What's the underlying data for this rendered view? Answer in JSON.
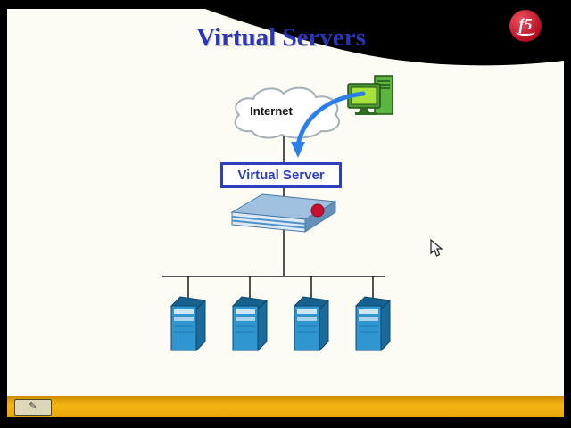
{
  "slide": {
    "title": "Virtual Servers",
    "cloud_label": "Internet",
    "virtual_server_label": "Virtual Server"
  },
  "logo": {
    "text": "f5"
  },
  "icons": {
    "pen_tool": "✎"
  },
  "colors": {
    "title_blue": "#2b35b5",
    "f5_red": "#c8102e",
    "virtual_server_accent": "#2d3fbf",
    "arrow_blue": "#2b7fe8",
    "server_blue": "#2f96d0",
    "toolbar_yellow": "#f2a912"
  },
  "diagram": {
    "server_count": 4
  }
}
